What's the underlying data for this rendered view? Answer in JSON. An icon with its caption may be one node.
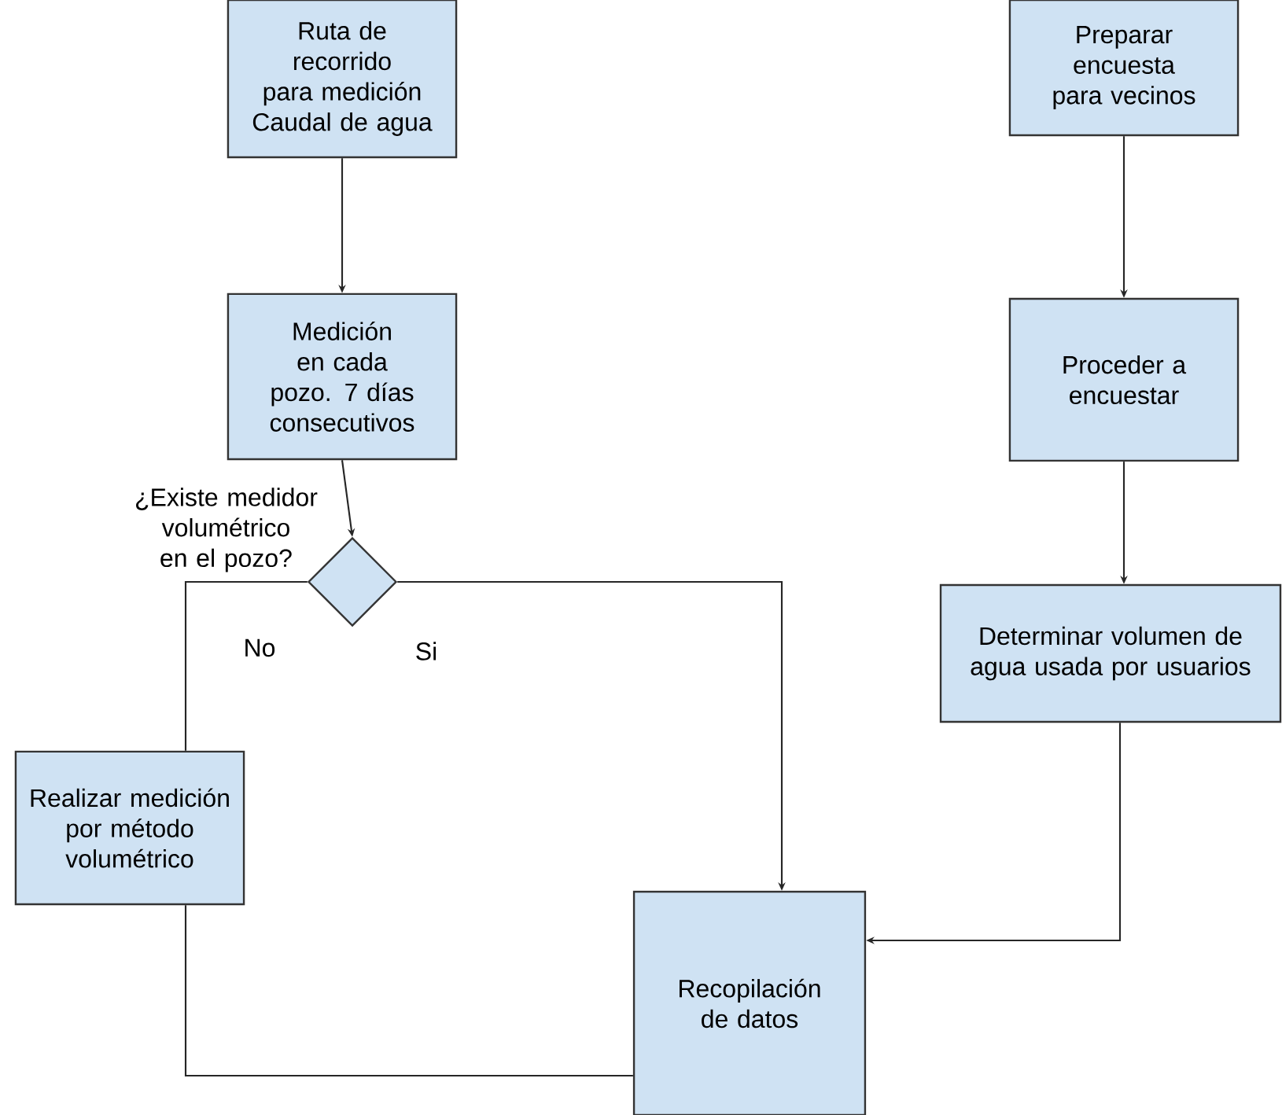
{
  "diagram": {
    "nodes": [
      {
        "text": [
          "Ruta de recorrido para medición Caudal de agua"
        ]
      },
      {
        "text": [
          "Medición en cada pozo. 7 días consecutivos"
        ]
      },
      {
        "text": [
          "¿Existe medidor volumétrico en el pozo?"
        ]
      },
      {
        "text": [
          "Realizar medición por método volumétrico"
        ]
      },
      {
        "text": [
          "Recopilación de datos"
        ]
      },
      {
        "text": [
          "Preparar encuesta para vecinos"
        ]
      },
      {
        "text": [
          "Proceder a encuestar"
        ]
      },
      {
        "text": [
          "Determinar volumen de agua usada por usuarios"
        ]
      }
    ],
    "edges": [
      {
        "from": 0,
        "to": 1,
        "arrow": "to"
      },
      {
        "from": 1,
        "to": 2,
        "arrow": "to"
      },
      {
        "from": 2,
        "to": 3,
        "arrow": "none",
        "label": "No"
      },
      {
        "from": 2,
        "to": 4,
        "arrow": "to",
        "label": "Si"
      },
      {
        "from": 3,
        "to": 4,
        "arrow": "none"
      },
      {
        "from": 5,
        "to": 6,
        "arrow": "to"
      },
      {
        "from": 6,
        "to": 7,
        "arrow": "to"
      },
      {
        "from": 7,
        "to": 4,
        "arrow": "to"
      }
    ]
  }
}
